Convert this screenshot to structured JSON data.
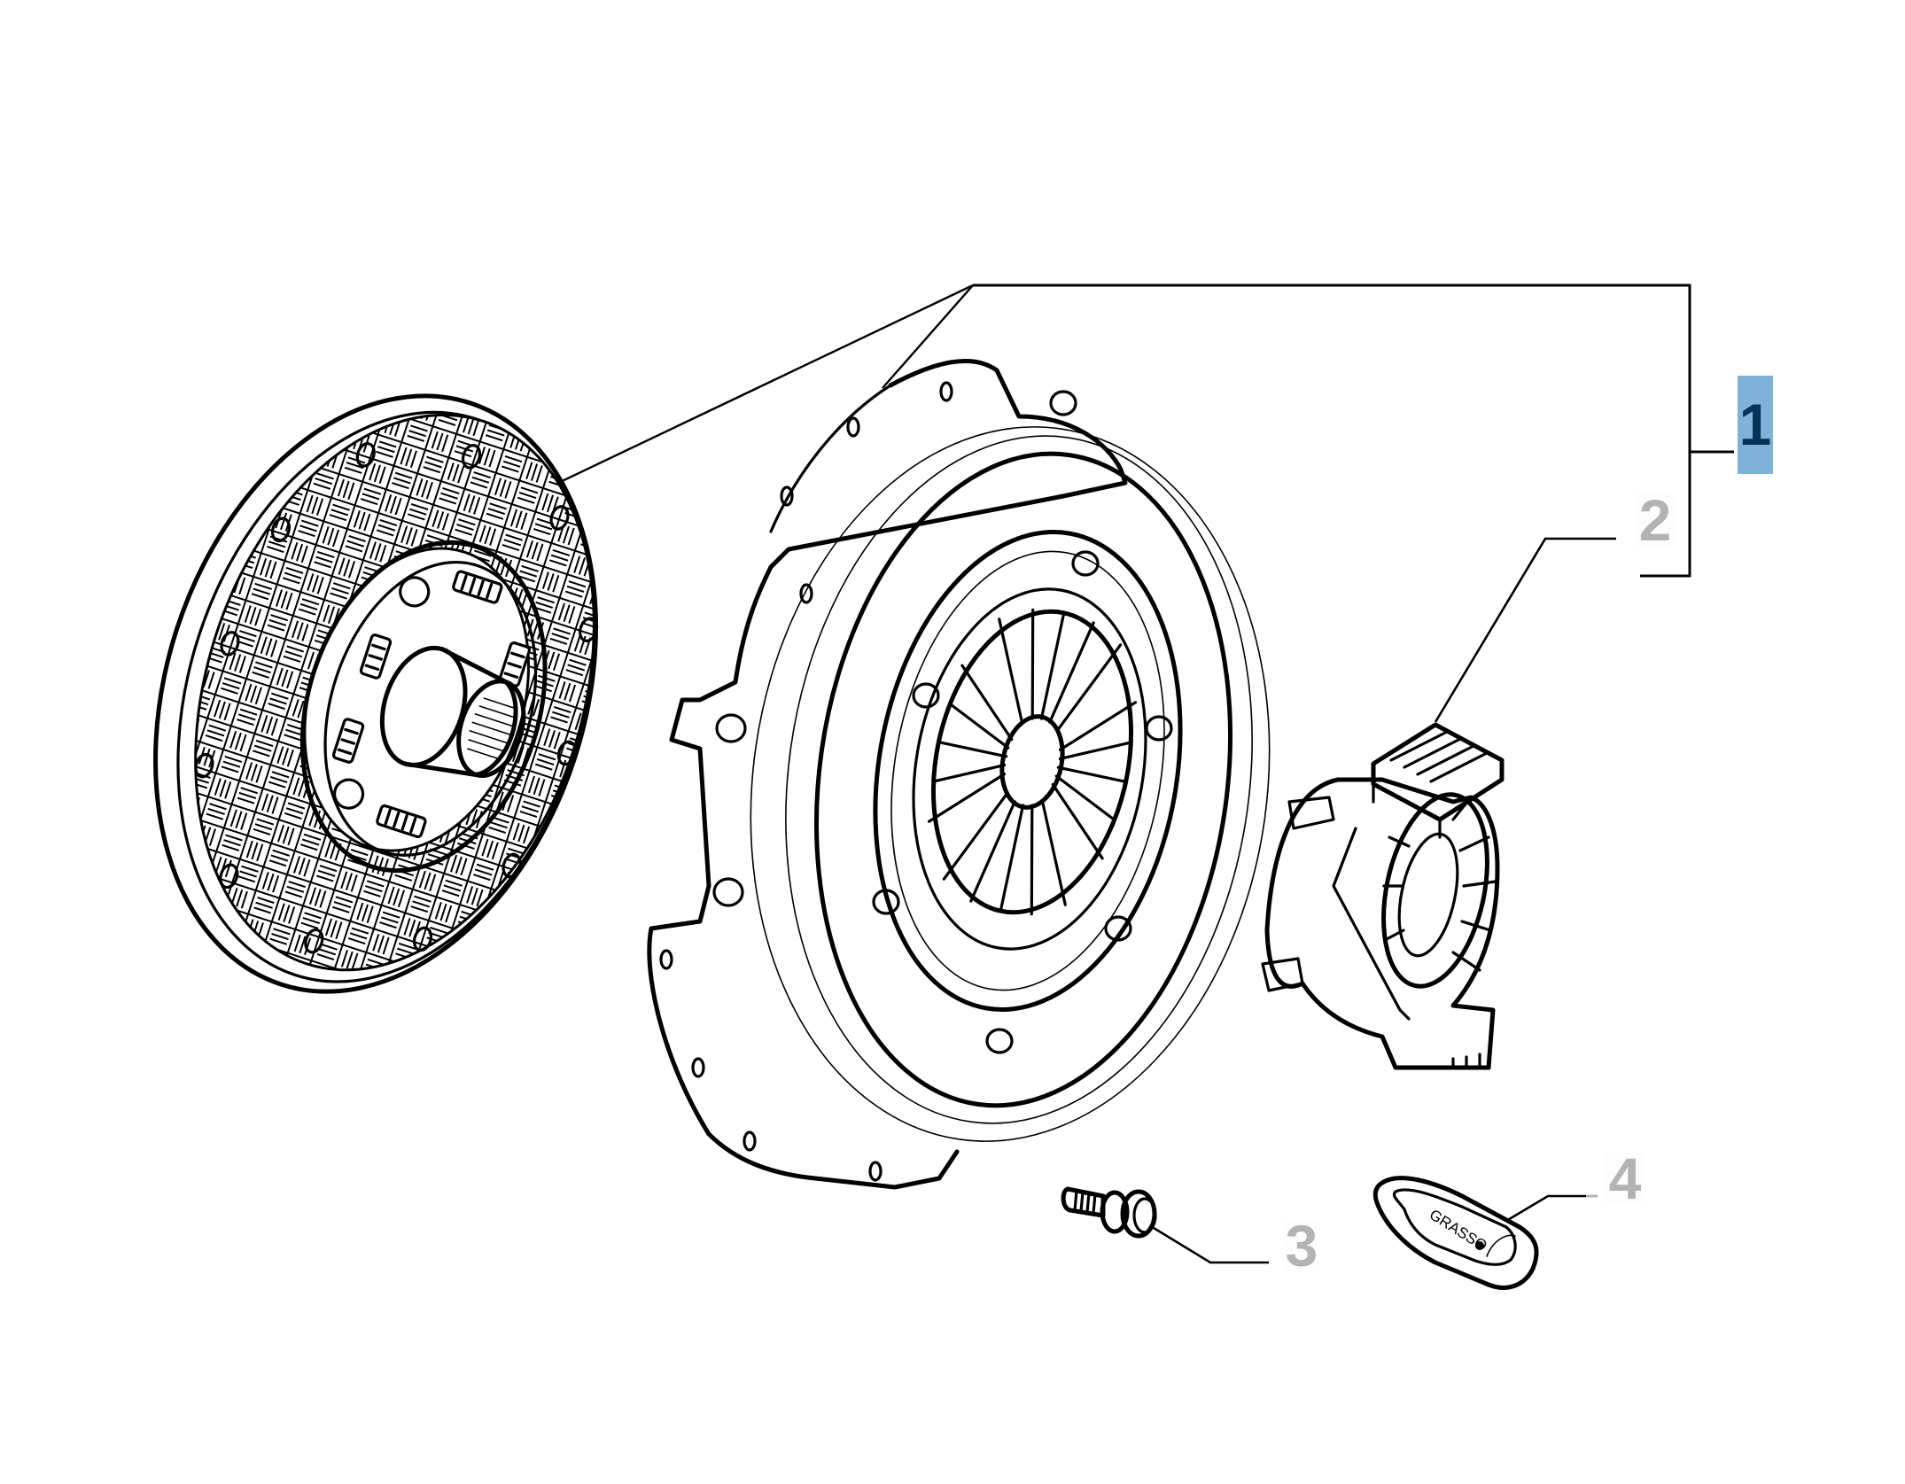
{
  "diagram": {
    "subject": "Clutch assembly exploded view",
    "background_color": "#ffffff",
    "line_color": "#000000",
    "parts": [
      {
        "ref": "1",
        "name": "clutch kit (disc + pressure plate + release bearing)",
        "callout_style": "highlighted"
      },
      {
        "ref": "2",
        "name": "clutch release bearing",
        "callout_style": "gray"
      },
      {
        "ref": "3",
        "name": "bolt with washer",
        "callout_style": "gray"
      },
      {
        "ref": "4",
        "name": "grease sachet",
        "callout_style": "gray"
      }
    ],
    "components": {
      "clutch_disc": "friction disc with woven lining and splined hub",
      "pressure_plate": "cover with diaphragm spring fingers",
      "release_bearing": "release bearing with fork pad",
      "bolt": "hex bolt",
      "grease_sachet_label": "GRASSO"
    }
  },
  "callouts": {
    "c1": {
      "label": "1",
      "bg_color": "#7fb2d8",
      "text_color": "#003355"
    },
    "c2": {
      "label": "2",
      "text_color": "#b3b3b3"
    },
    "c3": {
      "label": "3",
      "text_color": "#b3b3b3"
    },
    "c4": {
      "label": "4",
      "text_color": "#b3b3b3"
    }
  }
}
